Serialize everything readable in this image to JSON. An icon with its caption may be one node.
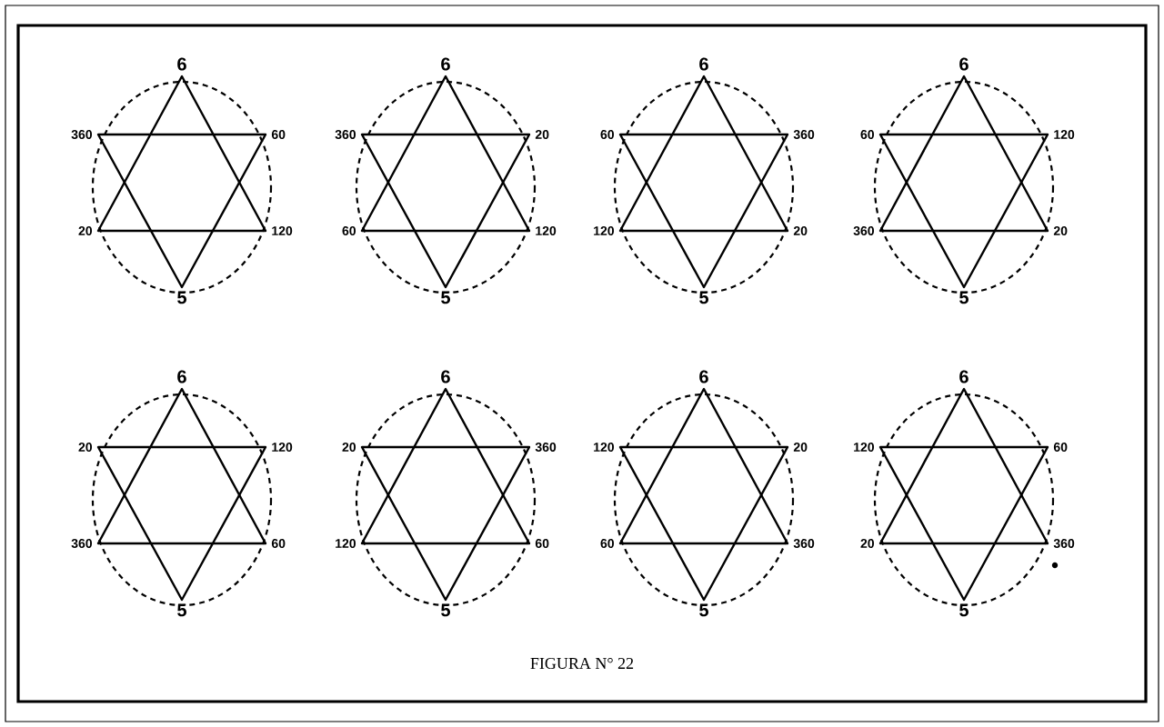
{
  "diagram": {
    "caption": "FIGURA N° 22",
    "labels": [
      "6",
      "360",
      "60",
      "20",
      "120",
      "5",
      "6",
      "360",
      "20",
      "60",
      "120",
      "5",
      "6",
      "60",
      "360",
      "120",
      "20",
      "5",
      "6",
      "60",
      "120",
      "360",
      "20",
      "5",
      "6",
      "20",
      "120",
      "360",
      "60",
      "5",
      "6",
      "20",
      "360",
      "120",
      "60",
      "5",
      "6",
      "120",
      "20",
      "60",
      "360",
      "5",
      "6",
      "120",
      "60",
      "20",
      "360",
      "5"
    ]
  }
}
